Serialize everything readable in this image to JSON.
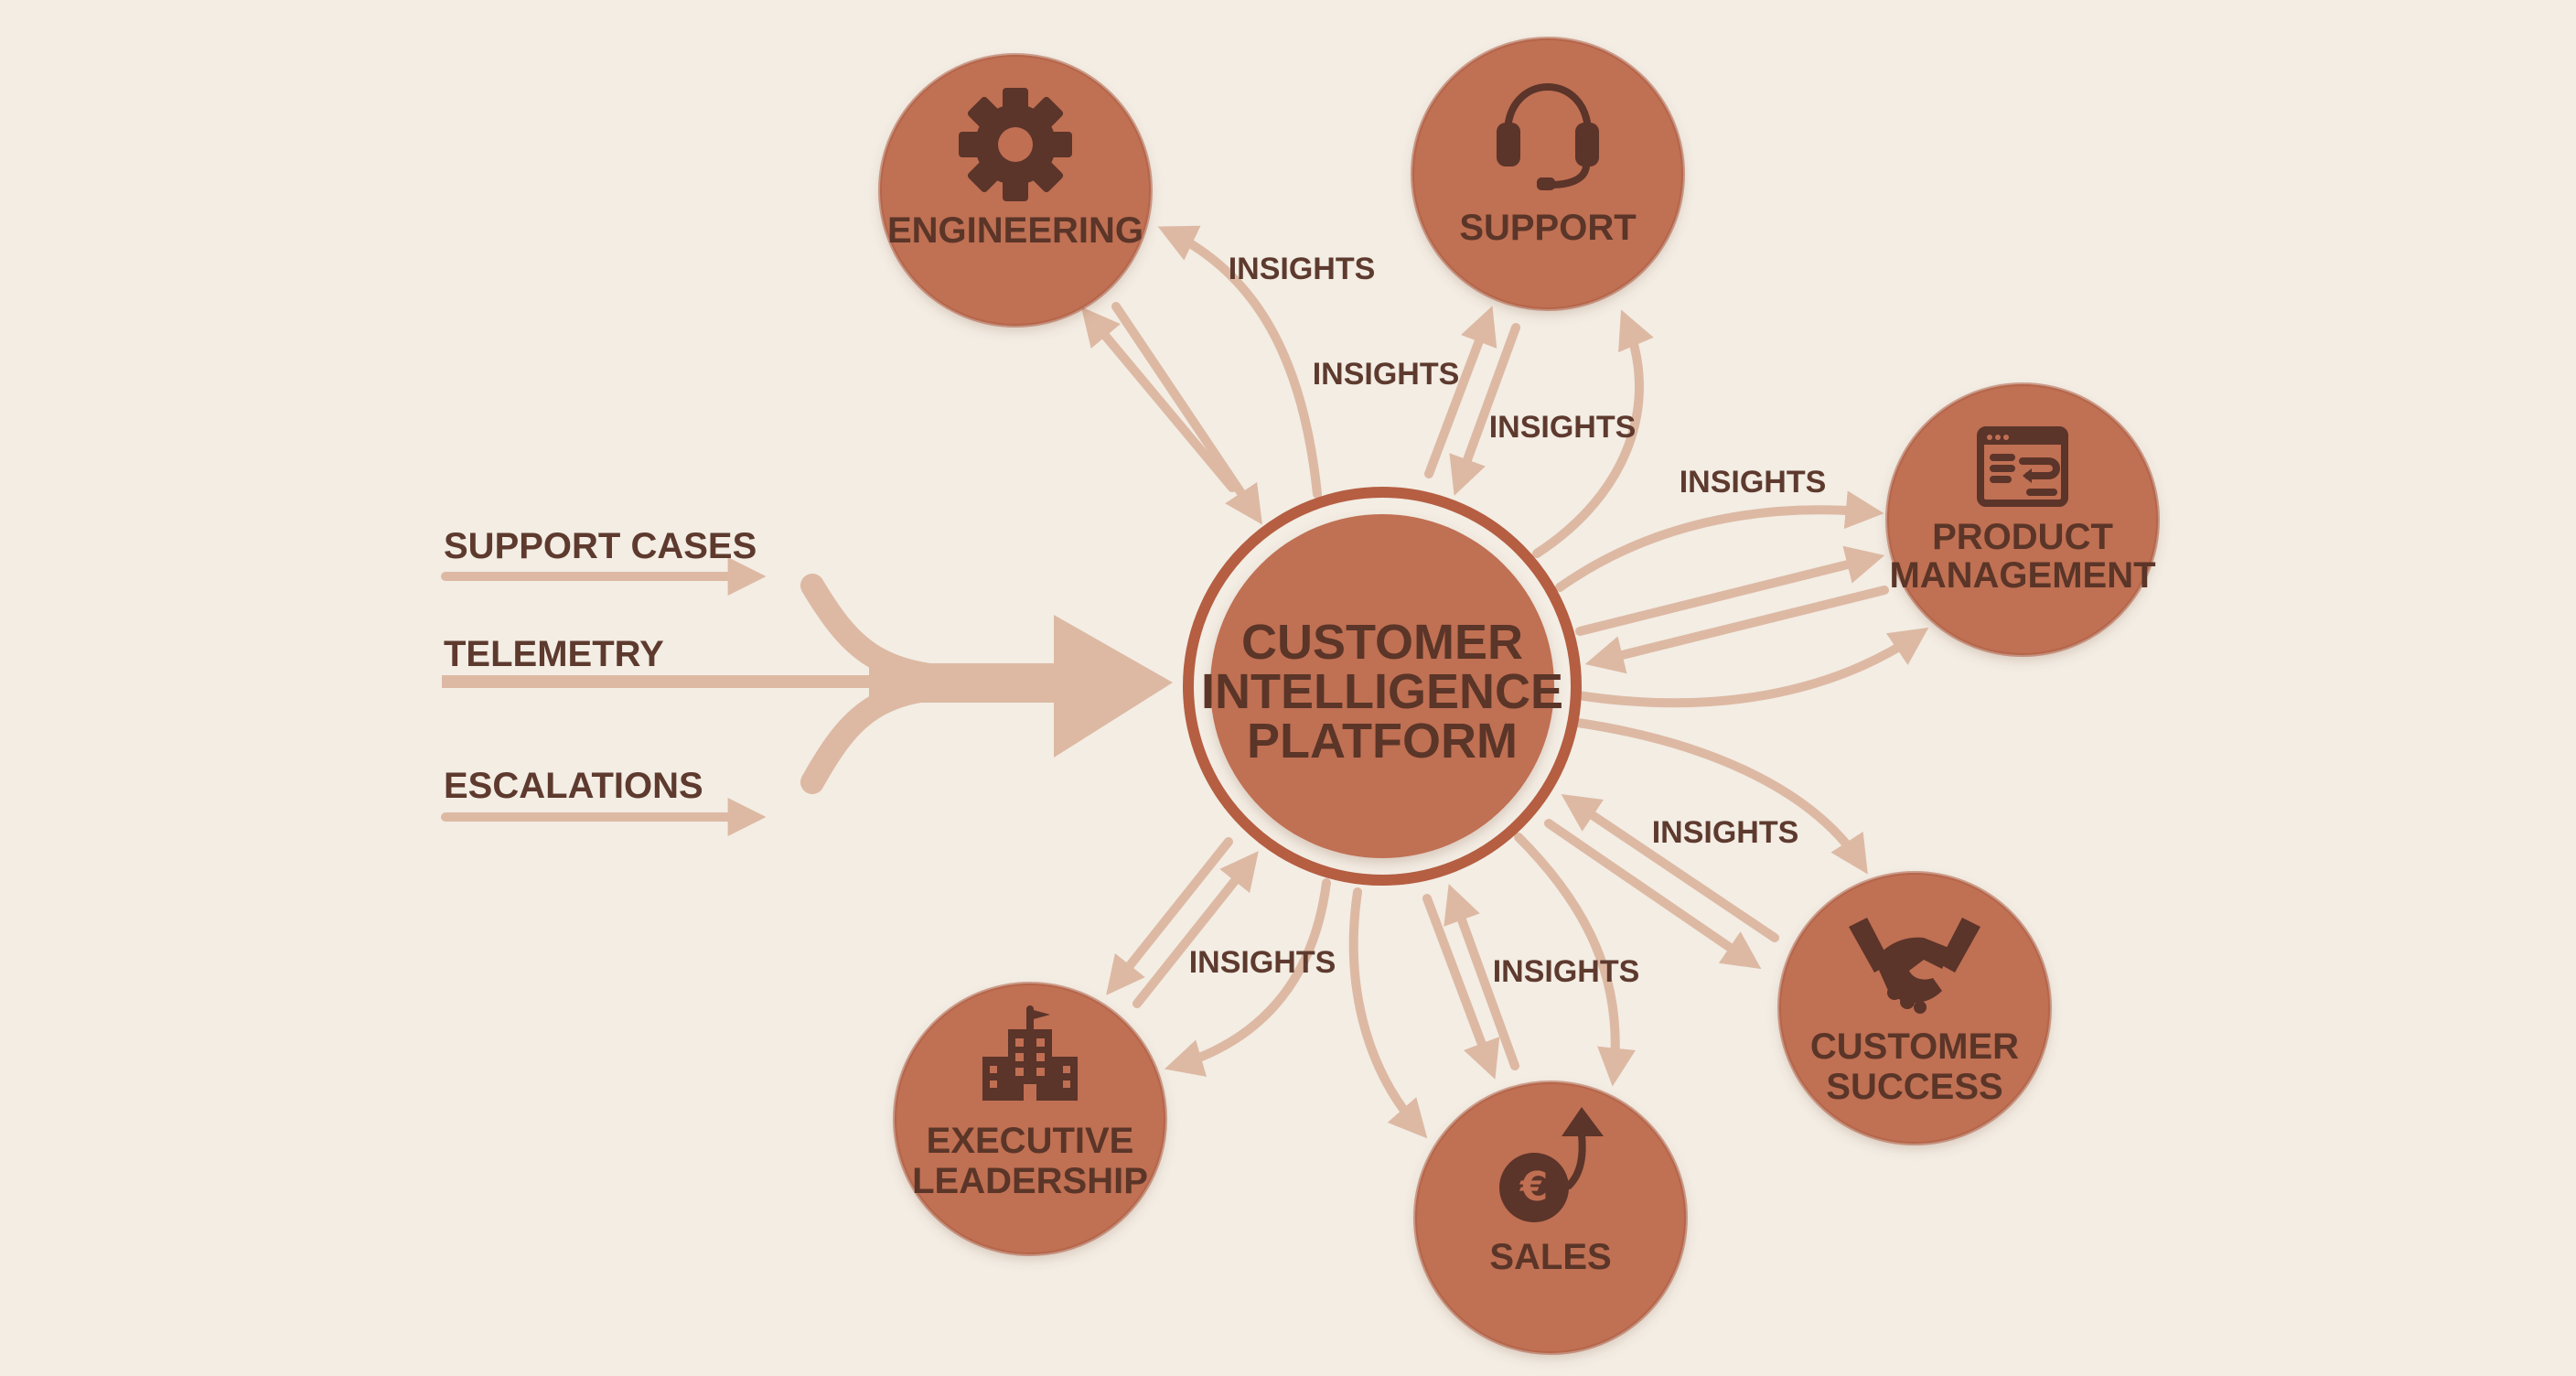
{
  "hub": {
    "lines": [
      "CUSTOMER",
      "INTELLIGENCE",
      "PLATFORM"
    ]
  },
  "inputs": [
    {
      "label": "SUPPORT CASES"
    },
    {
      "label": "TELEMETRY"
    },
    {
      "label": "ESCALATIONS"
    }
  ],
  "teams": [
    {
      "id": "engineering",
      "icon": "gear-icon",
      "lines": [
        "ENGINEERING"
      ]
    },
    {
      "id": "support",
      "icon": "headset-icon",
      "lines": [
        "SUPPORT"
      ]
    },
    {
      "id": "product",
      "icon": "browser-workflow-icon",
      "lines": [
        "PRODUCT",
        "MANAGEMENT"
      ]
    },
    {
      "id": "customer-success",
      "icon": "handshake-icon",
      "lines": [
        "CUSTOMER",
        "SUCCESS"
      ]
    },
    {
      "id": "sales",
      "icon": "euro-growth-icon",
      "lines": [
        "SALES"
      ]
    },
    {
      "id": "executive",
      "icon": "office-building-icon",
      "lines": [
        "EXECUTIVE",
        "LEADERSHIP"
      ]
    }
  ],
  "flow_label": "INSIGHTS",
  "colors": {
    "background": "#f3ede4",
    "node": "#c06f53",
    "ring": "#b55e42",
    "arrow": "#ddb9a3",
    "text": "#5a3528"
  }
}
